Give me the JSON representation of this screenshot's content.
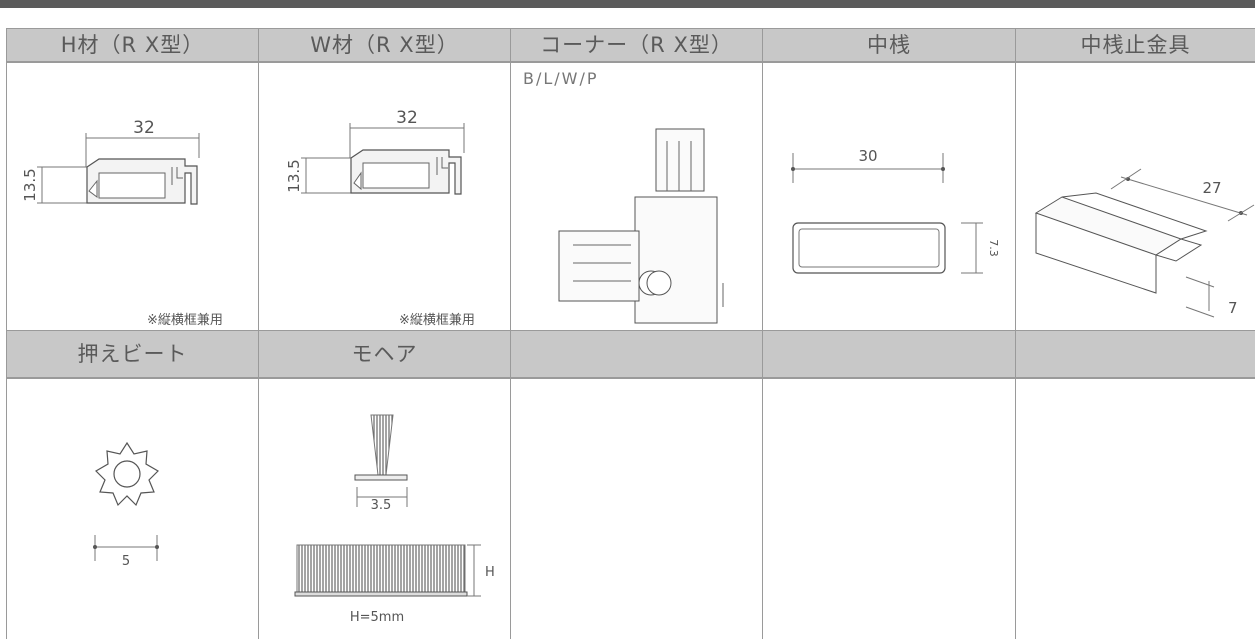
{
  "headers_row1": [
    "H材（R X型）",
    "W材（R X型）",
    "コーナー（R X型）",
    "中桟",
    "中桟止金具"
  ],
  "headers_row2": [
    "押えビート",
    "モヘア",
    "",
    "",
    ""
  ],
  "notes": {
    "h_material": "※縦横框兼用",
    "w_material": "※縦横框兼用",
    "corner_variants": "B/L/W/P"
  },
  "dimensions": {
    "h_width": "32",
    "h_height": "13.5",
    "w_width": "32",
    "w_height": "13.5",
    "mid_width": "30",
    "mid_height": "7.3",
    "bracket_length": "27",
    "bracket_height": "7",
    "bead_size": "5",
    "mohair_base": "3.5",
    "mohair_h_symbol": "H",
    "mohair_h_value": "H=5mm"
  }
}
